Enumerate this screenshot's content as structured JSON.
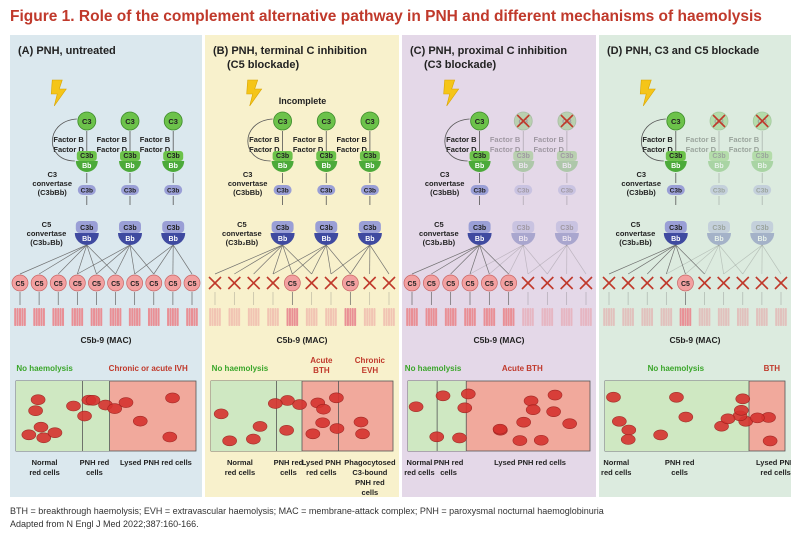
{
  "figure_title": "Figure 1. Role of the complement alternative pathway in PNH and different mechanisms of haemolysis",
  "colors": {
    "title_red": "#c0392b",
    "panel_a_bg": "#dbe8ee",
    "panel_b_bg": "#f8f1cc",
    "panel_c_bg": "#e4d8e8",
    "panel_d_bg": "#dcebdf",
    "c3_green": "#6cc24a",
    "c3b_green": "#4caa3a",
    "convertase_blue": "#3f4aa0",
    "c3b_lilac": "#9a9fd6",
    "c5_pink": "#f2a0a0",
    "mac_pink": "#e98f95",
    "no_haemolysis_green": "#3aa62a",
    "haemolysis_red": "#c0392b",
    "lightning_yellow": "#f5c518"
  },
  "common_labels": {
    "c3": "C3",
    "c3b": "C3b",
    "bb": "Bb",
    "c5": "C5",
    "factor_b": "Factor B",
    "factor_d": "Factor D",
    "c3_convertase": "C3",
    "c3_convertase_2": "convertase",
    "c3_convertase_3": "(C3bBb)",
    "c5_convertase": "C5",
    "c5_convertase_2": "convertase",
    "c5_convertase_3": "(C3b₂Bb)",
    "mac": "C5b-9 (MAC)"
  },
  "panels": [
    {
      "id": "A",
      "title": "(A) PNH, untreated",
      "subtitle": "",
      "annotation": "",
      "outcomes": [
        {
          "label": "No haemolysis",
          "kind": "ok"
        },
        {
          "label": "Chronic or acute IVH",
          "kind": "bad"
        }
      ],
      "cell_labels": [
        "Normal red cells",
        "PNH red cells",
        "Lysed PNH red cells"
      ]
    },
    {
      "id": "B",
      "title": "(B) PNH, terminal C inhibition",
      "subtitle": "(C5 blockade)",
      "annotation": "Incomplete",
      "outcomes": [
        {
          "label": "No haemolysis",
          "kind": "ok"
        },
        {
          "label": "Acute BTH",
          "kind": "bad"
        },
        {
          "label": "Chronic EVH",
          "kind": "bad"
        }
      ],
      "cell_labels": [
        "Normal red cells",
        "PNH red cells",
        "Lysed PNH red cells",
        "Phagocytosed C3-bound PNH red cells"
      ]
    },
    {
      "id": "C",
      "title": "(C) PNH, proximal C inhibition",
      "subtitle": "(C3 blockade)",
      "annotation": "",
      "outcomes": [
        {
          "label": "No haemolysis",
          "kind": "ok"
        },
        {
          "label": "Acute BTH",
          "kind": "bad"
        }
      ],
      "cell_labels": [
        "Normal red cells",
        "PNH red cells",
        "Lysed PNH red cells"
      ]
    },
    {
      "id": "D",
      "title": "(D) PNH, C3 and C5 blockade",
      "subtitle": "",
      "annotation": "",
      "outcomes": [
        {
          "label": "No haemolysis",
          "kind": "ok"
        },
        {
          "label": "BTH",
          "kind": "bad"
        }
      ],
      "cell_labels": [
        "Normal red cells",
        "PNH red cells",
        "Lysed PNH red cells"
      ]
    }
  ],
  "footnotes": {
    "abbreviations": "BTH = breakthrough haemolysis; EVH = extravascular haemolysis; MAC = membrane-attack complex; PNH = paroxysmal nocturnal haemoglobinuria",
    "source": "Adapted from N Engl J Med 2022;387:160-166."
  }
}
